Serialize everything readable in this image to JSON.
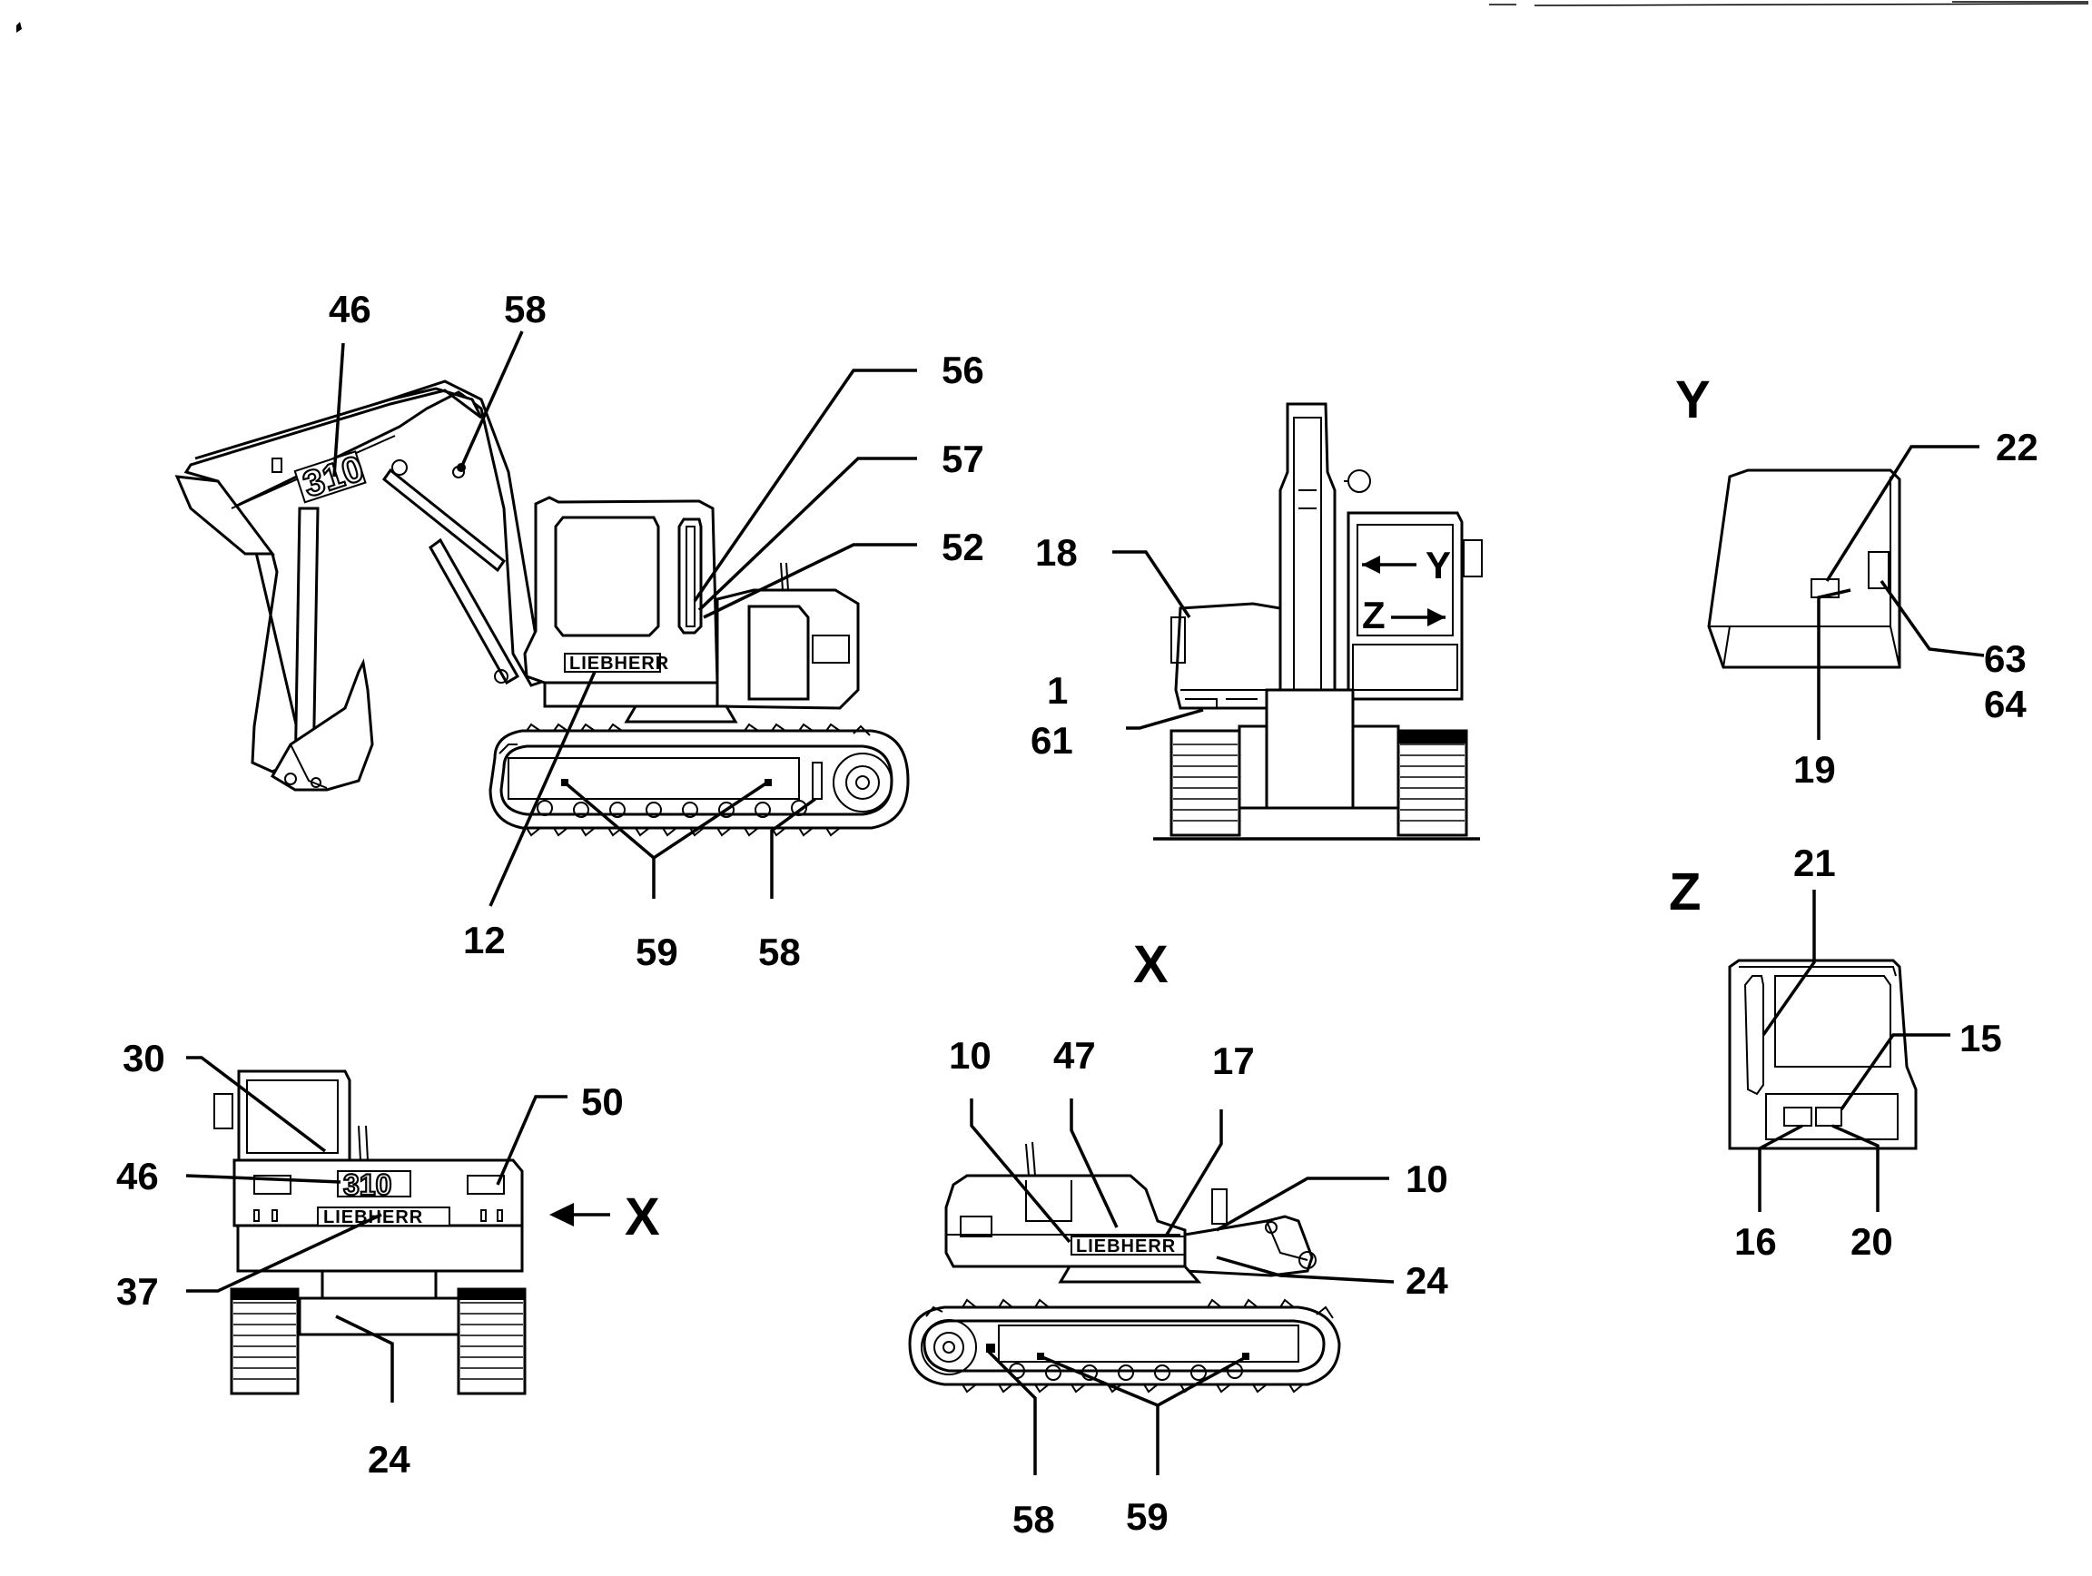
{
  "model_badge": "310",
  "brand_logo": "LIEBHERR",
  "view_markers": {
    "x": "X",
    "y": "Y",
    "z": "Z"
  },
  "side_view_left": {
    "callouts": [
      "46",
      "58",
      "56",
      "57",
      "52",
      "12",
      "59",
      "58"
    ]
  },
  "front_view": {
    "callouts": [
      "18",
      "1",
      "61"
    ],
    "arrow_y": "Y",
    "arrow_z": "Z"
  },
  "detail_y": {
    "callouts": [
      "22",
      "63",
      "64",
      "19"
    ]
  },
  "detail_z": {
    "callouts": [
      "21",
      "15",
      "16",
      "20"
    ]
  },
  "rear_view": {
    "callouts": [
      "30",
      "50",
      "46",
      "37",
      "24"
    ]
  },
  "side_view_right": {
    "callouts": [
      "10",
      "47",
      "17",
      "10",
      "24",
      "58",
      "59"
    ]
  }
}
